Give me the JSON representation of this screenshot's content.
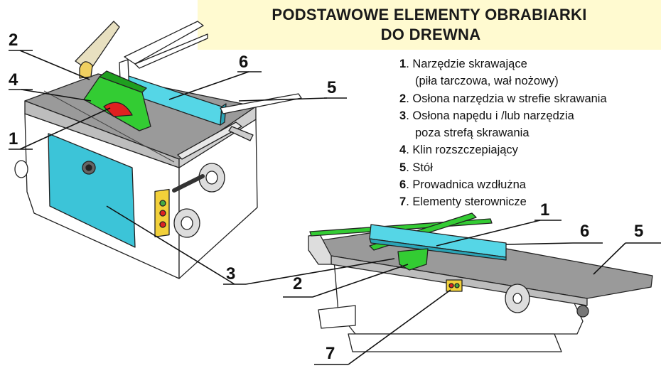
{
  "title": {
    "line1": "PODSTAWOWE ELEMENTY OBRABIARKI",
    "line2": "DO  DREWNA"
  },
  "legend": [
    {
      "num": "1",
      "text": ". Narzędzie skrawające",
      "cont": "(piła tarczowa, wał nożowy)"
    },
    {
      "num": "2",
      "text": ". Osłona narzędzia w strefie skrawania"
    },
    {
      "num": "3",
      "text": ". Osłona napędu i /lub narzędzia",
      "cont": "poza strefą skrawania"
    },
    {
      "num": "4",
      "text": ". Klin rozszczepiający"
    },
    {
      "num": "5",
      "text": ". Stół"
    },
    {
      "num": "6",
      "text": ". Prowadnica wzdłużna"
    },
    {
      "num": "7",
      "text": ". Elementy sterownicze"
    }
  ],
  "callouts": {
    "saw_2": "2",
    "saw_4": "4",
    "saw_1": "1",
    "saw_6": "6",
    "saw_5": "5",
    "shared_3": "3",
    "planer_1": "1",
    "planer_6": "6",
    "planer_5": "5",
    "planer_2": "2",
    "planer_7": "7"
  },
  "colors": {
    "title_bg": "#fffad0",
    "guard_green": "#33cc33",
    "fence_cyan": "#55d6e6",
    "cover_cyan": "#3cc4d8",
    "table_gray": "#9a9a9a",
    "blade_red": "#e02020"
  }
}
